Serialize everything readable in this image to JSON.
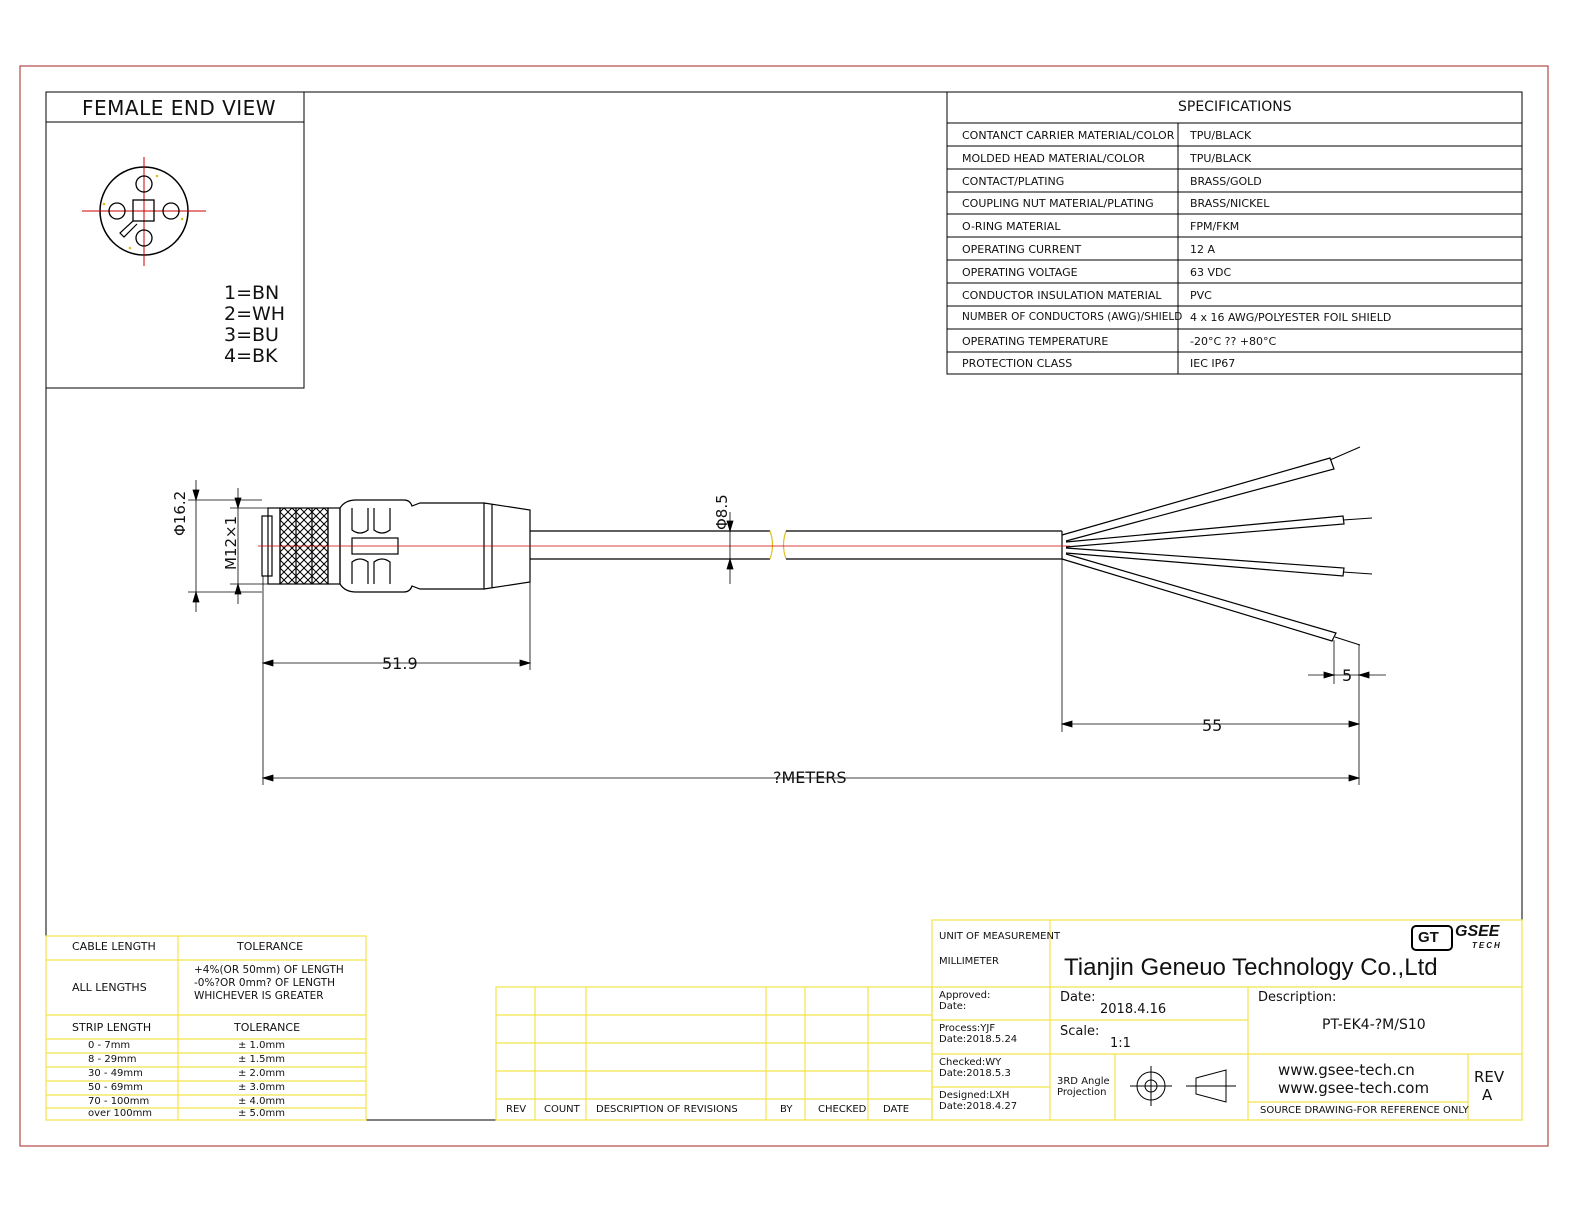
{
  "end_view": {
    "title": "FEMALE END VIEW",
    "pins": [
      "1=BN",
      "2=WH",
      "3=BU",
      "4=BK"
    ]
  },
  "specifications": {
    "title": "SPECIFICATIONS",
    "rows": [
      {
        "label": "CONTANCT CARRIER MATERIAL/COLOR",
        "value": "TPU/BLACK"
      },
      {
        "label": "MOLDED HEAD MATERIAL/COLOR",
        "value": "TPU/BLACK"
      },
      {
        "label": "CONTACT/PLATING",
        "value": "BRASS/GOLD"
      },
      {
        "label": "COUPLING NUT MATERIAL/PLATING",
        "value": "BRASS/NICKEL"
      },
      {
        "label": "O-RING MATERIAL",
        "value": "FPM/FKM"
      },
      {
        "label": "OPERATING CURRENT",
        "value": "12 A"
      },
      {
        "label": "OPERATING VOLTAGE",
        "value": "63 VDC"
      },
      {
        "label": "CONDUCTOR INSULATION MATERIAL",
        "value": "PVC"
      },
      {
        "label": "NUMBER OF CONDUCTORS (AWG)/SHIELD",
        "value": "4 x 16 AWG/POLYESTER FOIL SHIELD"
      },
      {
        "label": "OPERATING TEMPERATURE",
        "value": "-20°C ?? +80°C"
      },
      {
        "label": "PROTECTION CLASS",
        "value": "IEC  IP67"
      }
    ]
  },
  "dimensions": {
    "outer_dia": "Φ16.2",
    "thread": "M12×1",
    "cable_dia": "Φ8.5",
    "head_length": "51.9",
    "strip": "5",
    "fanout": "55",
    "total": "?METERS"
  },
  "tolerance": {
    "cable_length_header": "CABLE LENGTH",
    "tolerance_header": "TOLERANCE",
    "all_lengths": "ALL LENGTHS",
    "all_tol_lines": [
      "+4%(OR 50mm) OF LENGTH",
      "-0%?OR 0mm? OF LENGTH",
      "WHICHEVER  IS  GREATER"
    ],
    "strip_length_header": "STRIP LENGTH",
    "strip_tolerance_header": "TOLERANCE",
    "strip_rows": [
      {
        "range": "0 - 7mm",
        "tol": "± 1.0mm"
      },
      {
        "range": "8 - 29mm",
        "tol": "± 1.5mm"
      },
      {
        "range": "30 - 49mm",
        "tol": "± 2.0mm"
      },
      {
        "range": "50 - 69mm",
        "tol": "± 3.0mm"
      },
      {
        "range": "70 - 100mm",
        "tol": "± 4.0mm"
      },
      {
        "range": "over 100mm",
        "tol": "± 5.0mm"
      }
    ]
  },
  "revisions": {
    "headers": [
      "REV",
      "COUNT",
      "DESCRIPTION  OF  REVISIONS",
      "BY",
      "CHECKED",
      "DATE"
    ]
  },
  "title_block": {
    "unit_label": "UNIT OF MEASUREMENT",
    "unit_value": "MILLIMETER",
    "company": "Tianjin Geneuo Technology Co.,Ltd",
    "logo_text": "GSEE",
    "logo_sub": "TECH",
    "logo_mark": "GT",
    "approved_label": "Approved:",
    "approved_date_label": "Date:",
    "process": "Process:YJF",
    "process_date": "Date:2018.5.24",
    "checked": "Checked:WY",
    "checked_date": "Date:2018.5.3",
    "designed": "Designed:LXH",
    "designed_date": "Date:2018.4.27",
    "date_label": "Date:",
    "date_value": "2018.4.16",
    "scale_label": "Scale:",
    "scale_value": "1:1",
    "projection": [
      "3RD Angle",
      "Projection"
    ],
    "description_label": "Description:",
    "description_value": "PT-EK4-?M/S10",
    "website1": "www.gsee-tech.cn",
    "website2": "www.gsee-tech.com",
    "rev_label": "REV",
    "rev_value": "A",
    "source_note": "SOURCE DRAWING-FOR REFERENCE ONLY"
  },
  "colors": {
    "border_red": "#b24a4a",
    "yellow": "#f2e34a",
    "line": "#000000",
    "center_red": "#cc0000"
  }
}
